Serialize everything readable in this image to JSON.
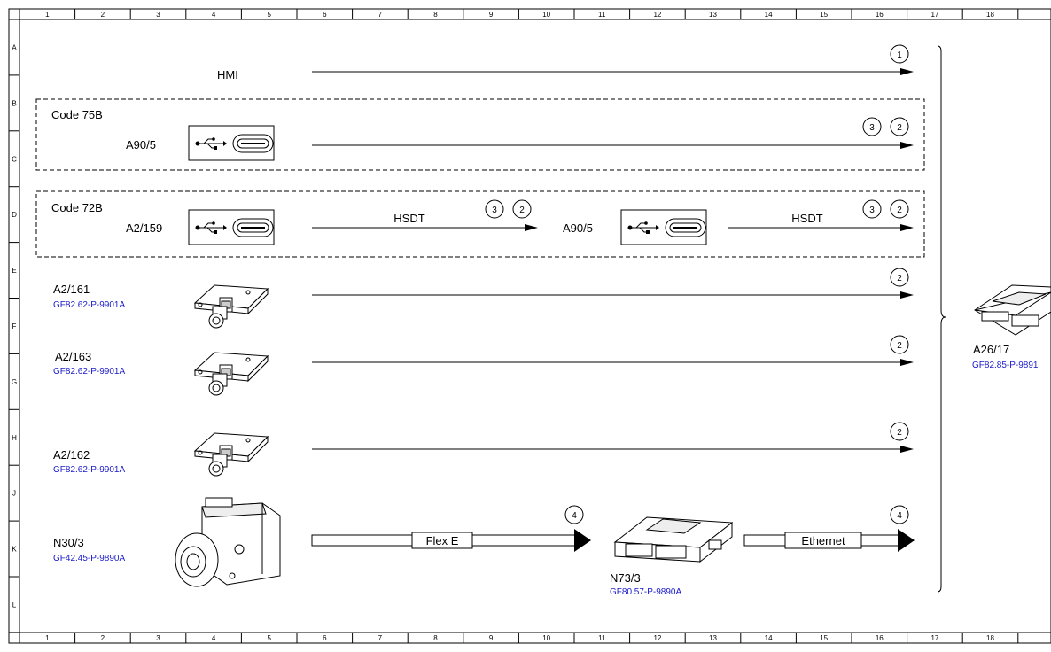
{
  "grid": {
    "columns": [
      "1",
      "2",
      "3",
      "4",
      "5",
      "6",
      "7",
      "8",
      "9",
      "10",
      "11",
      "12",
      "13",
      "14",
      "15",
      "16",
      "17",
      "18"
    ],
    "rows": [
      "A",
      "B",
      "C",
      "D",
      "E",
      "F",
      "G",
      "H",
      "J",
      "K",
      "L"
    ]
  },
  "labels": {
    "hmi": "HMI",
    "code75b": "Code 75B",
    "code72b": "Code 72B",
    "a90_5_top": "A90/5",
    "a2_159": "A2/159",
    "a90_5_mid": "A90/5",
    "hsdt_1": "HSDT",
    "hsdt_2": "HSDT",
    "a2_161": "A2/161",
    "a2_161_ref": "GF82.62-P-9901A",
    "a2_163": "A2/163",
    "a2_163_ref": "GF82.62-P-9901A",
    "a2_162": "A2/162",
    "a2_162_ref": "GF82.62-P-9901A",
    "n30_3": "N30/3",
    "n30_3_ref": "GF42.45-P-9890A",
    "flex_e": "Flex E",
    "ethernet": "Ethernet",
    "n73_3": "N73/3",
    "n73_3_ref": "GF80.57-P-9890A",
    "a26_17": "A26/17",
    "a26_17_ref": "GF82.85-P-9891"
  },
  "circles": {
    "c1": "1",
    "c2a": "3",
    "c2b": "2",
    "c3a": "3",
    "c3b": "2",
    "c4a": "3",
    "c4b": "2",
    "c5": "2",
    "c6": "2",
    "c7": "2",
    "c8": "4",
    "c9": "4"
  }
}
